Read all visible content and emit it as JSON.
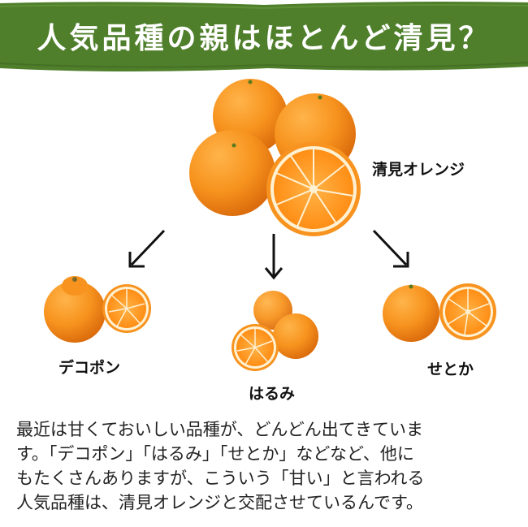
{
  "header": {
    "title": "人気品種の親はほとんど清見？",
    "bg_color": "#4f7f2b"
  },
  "main": {
    "parent_label": "清見オレンジ",
    "children": [
      {
        "label": "デコポン"
      },
      {
        "label": "はるみ"
      },
      {
        "label": "せとか"
      }
    ]
  },
  "description": {
    "lines": [
      "最近は甘くておいしい品種が、どんどん出てきていま",
      "す。「デコポン」「はるみ」「せとか」などなど、他に",
      "もたくさんありますが、こういう「甘い」と言われる",
      "人気品種は、清見オレンジと交配させているんです。"
    ]
  },
  "colors": {
    "orange": "#f7931e",
    "orange_dark": "#e0700c",
    "flesh": "#ff9a22",
    "pith": "#fff3d9"
  }
}
